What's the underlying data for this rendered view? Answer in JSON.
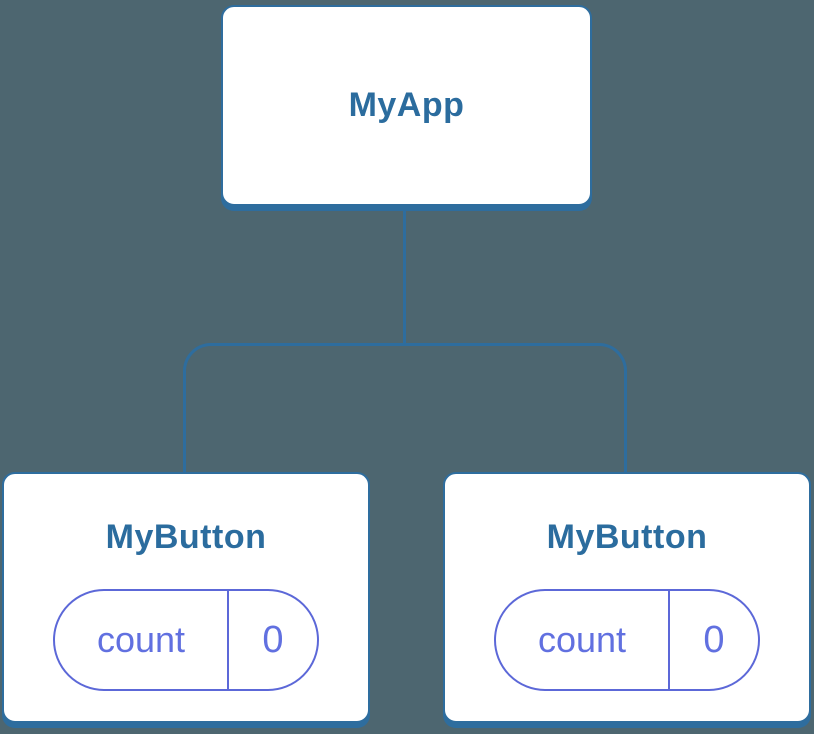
{
  "tree": {
    "root": {
      "label": "MyApp"
    },
    "children": [
      {
        "label": "MyButton",
        "state": {
          "key": "count",
          "value": "0"
        }
      },
      {
        "label": "MyButton",
        "state": {
          "key": "count",
          "value": "0"
        }
      }
    ]
  },
  "colors": {
    "background": "#4d6670",
    "node_border": "#2e6d9e",
    "node_label": "#2b6c9e",
    "node_background": "#ffffff",
    "connector": "#2e6d9e",
    "state_border": "#5c68d8",
    "state_text": "#6170e0"
  }
}
